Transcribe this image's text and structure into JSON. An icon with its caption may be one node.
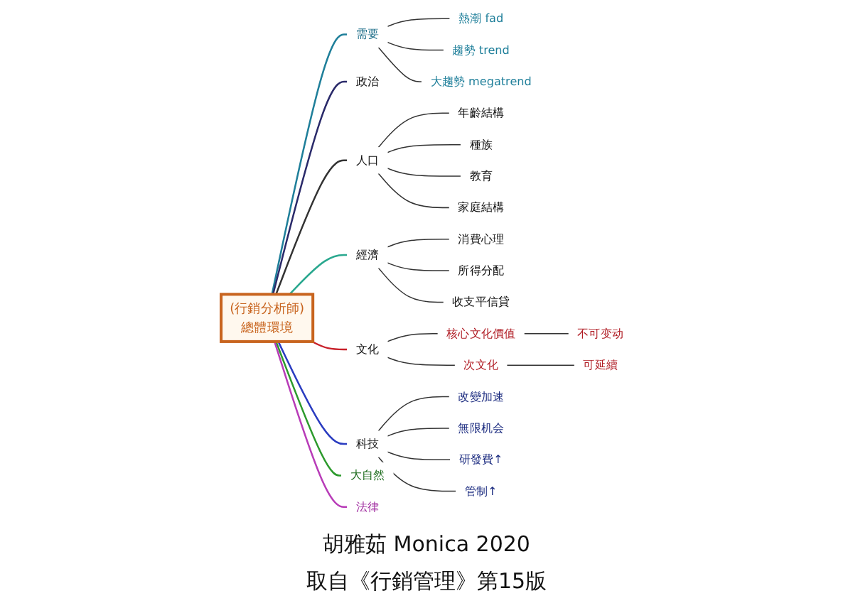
{
  "diagram": {
    "nodes": [
      {
        "text": [
          "(行銷分析師)",
          "總體環境"
        ]
      },
      {
        "text": [
          "需要"
        ]
      },
      {
        "text": [
          "熱潮 fad"
        ]
      },
      {
        "text": [
          "趨勢 trend"
        ]
      },
      {
        "text": [
          "大趨勢 megatrend"
        ]
      },
      {
        "text": [
          "政治"
        ]
      },
      {
        "text": [
          "人口"
        ]
      },
      {
        "text": [
          "年齡結構"
        ]
      },
      {
        "text": [
          "種族"
        ]
      },
      {
        "text": [
          "教育"
        ]
      },
      {
        "text": [
          "家庭結構"
        ]
      },
      {
        "text": [
          "經濟"
        ]
      },
      {
        "text": [
          "消費心理"
        ]
      },
      {
        "text": [
          "所得分配"
        ]
      },
      {
        "text": [
          "收支平信貸"
        ]
      },
      {
        "text": [
          "文化"
        ]
      },
      {
        "text": [
          "核心文化價值"
        ]
      },
      {
        "text": [
          "不可变动"
        ]
      },
      {
        "text": [
          "次文化"
        ]
      },
      {
        "text": [
          "可延續"
        ]
      },
      {
        "text": [
          "科技"
        ]
      },
      {
        "text": [
          "改變加速"
        ]
      },
      {
        "text": [
          "無限机会"
        ]
      },
      {
        "text": [
          "研發費↑"
        ]
      },
      {
        "text": [
          "管制↑"
        ]
      },
      {
        "text": [
          "大自然"
        ]
      },
      {
        "text": [
          "法律"
        ]
      }
    ],
    "edges": [
      {
        "from": 0,
        "to": 1,
        "arrow": "none",
        "color": "#1f7f9a"
      },
      {
        "from": 1,
        "to": 2,
        "arrow": "none"
      },
      {
        "from": 1,
        "to": 3,
        "arrow": "none"
      },
      {
        "from": 1,
        "to": 4,
        "arrow": "none"
      },
      {
        "from": 0,
        "to": 5,
        "arrow": "none",
        "color": "#2a2a6a"
      },
      {
        "from": 0,
        "to": 6,
        "arrow": "none"
      },
      {
        "from": 6,
        "to": 7,
        "arrow": "none"
      },
      {
        "from": 6,
        "to": 8,
        "arrow": "none"
      },
      {
        "from": 6,
        "to": 9,
        "arrow": "none"
      },
      {
        "from": 6,
        "to": 10,
        "arrow": "none"
      },
      {
        "from": 0,
        "to": 11,
        "arrow": "none",
        "color": "#2aa88f"
      },
      {
        "from": 11,
        "to": 12,
        "arrow": "none"
      },
      {
        "from": 11,
        "to": 13,
        "arrow": "none"
      },
      {
        "from": 11,
        "to": 14,
        "arrow": "none"
      },
      {
        "from": 0,
        "to": 15,
        "arrow": "none",
        "color": "#c8202a"
      },
      {
        "from": 15,
        "to": 16,
        "arrow": "none"
      },
      {
        "from": 16,
        "to": 17,
        "arrow": "none"
      },
      {
        "from": 15,
        "to": 18,
        "arrow": "none"
      },
      {
        "from": 18,
        "to": 19,
        "arrow": "none"
      },
      {
        "from": 0,
        "to": 20,
        "arrow": "none",
        "color": "#2a3cc0"
      },
      {
        "from": 20,
        "to": 21,
        "arrow": "none"
      },
      {
        "from": 20,
        "to": 22,
        "arrow": "none"
      },
      {
        "from": 20,
        "to": 23,
        "arrow": "none"
      },
      {
        "from": 20,
        "to": 24,
        "arrow": "none"
      },
      {
        "from": 0,
        "to": 25,
        "arrow": "none",
        "color": "#2c9a2c"
      },
      {
        "from": 0,
        "to": 26,
        "arrow": "none",
        "color": "#b83cb8"
      }
    ],
    "labels": [
      "胡雅茹 Monica 2020",
      "取自《行銷管理》第15版"
    ]
  }
}
